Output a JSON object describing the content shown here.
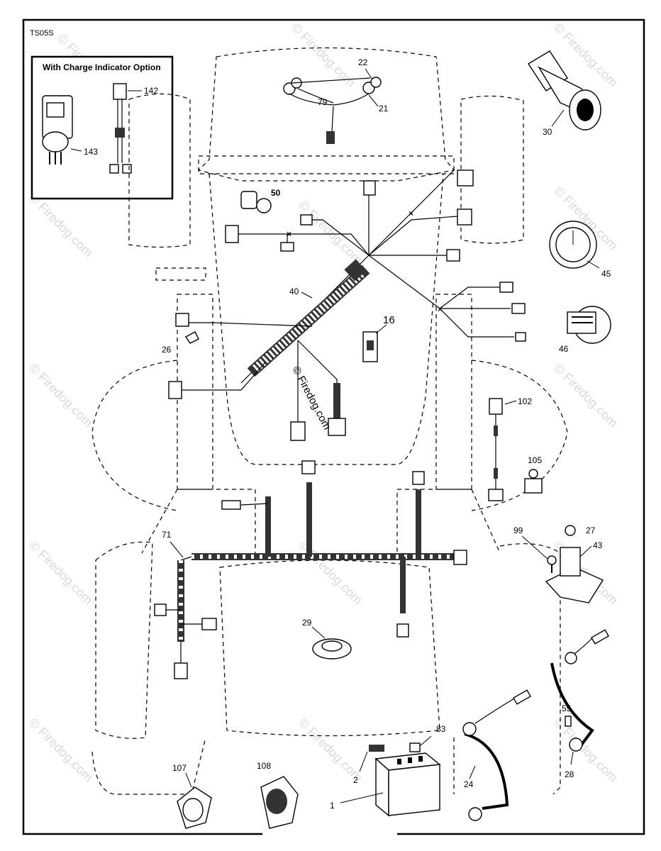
{
  "diagram": {
    "code": "TS05S",
    "inset_title": "With Charge Indicator Option",
    "watermark": "© Firedog.com",
    "parts": {
      "p1": "1",
      "p2": "2",
      "p16": "16",
      "p21": "21",
      "p22": "22",
      "p24": "24",
      "p26": "26",
      "p27": "27",
      "p28": "28",
      "p29": "29",
      "p30": "30",
      "p40": "40",
      "p43": "43",
      "p45": "45",
      "p46": "46",
      "p50": "50",
      "p55": "55",
      "p71": "71",
      "p79": "79",
      "p83": "83",
      "p99": "99",
      "p102": "102",
      "p105": "105",
      "p107": "107",
      "p108": "108",
      "p142": "142",
      "p143": "143"
    }
  }
}
